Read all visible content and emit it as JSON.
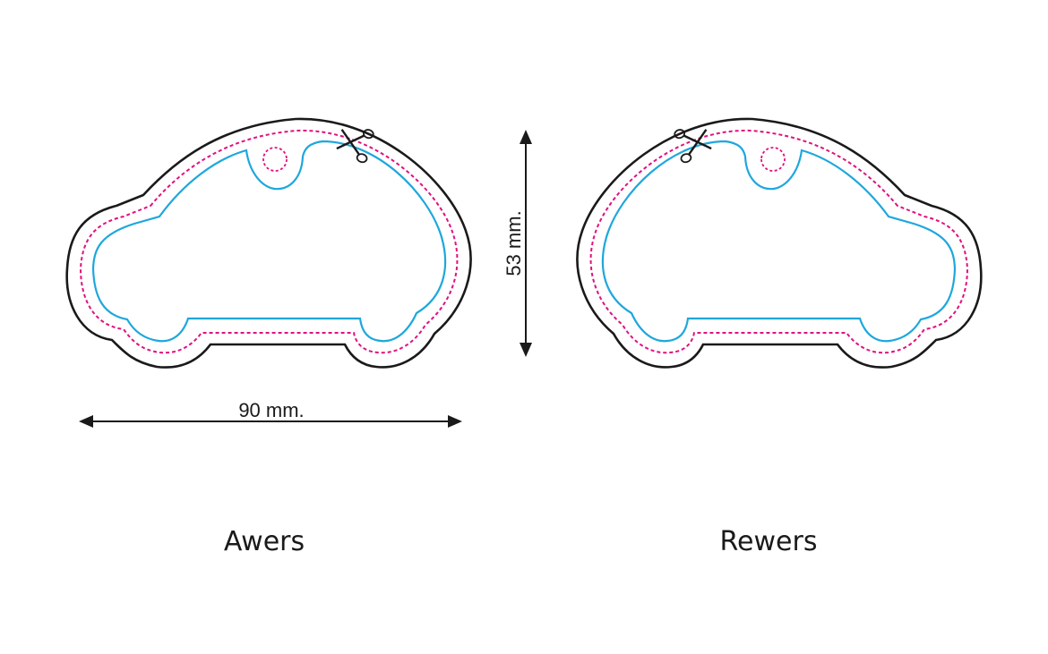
{
  "dimensions": {
    "width_label": "90 mm.",
    "height_label": "53 mm."
  },
  "sides": {
    "front_label": "Awers",
    "back_label": "Rewers"
  },
  "colors": {
    "cut_line": "#1a1a1a",
    "bleed_line": "#e0117f",
    "safe_line": "#1ea7dd",
    "arrow": "#1a1a1a"
  },
  "icons": {
    "cut_marker": "scissors-icon"
  }
}
